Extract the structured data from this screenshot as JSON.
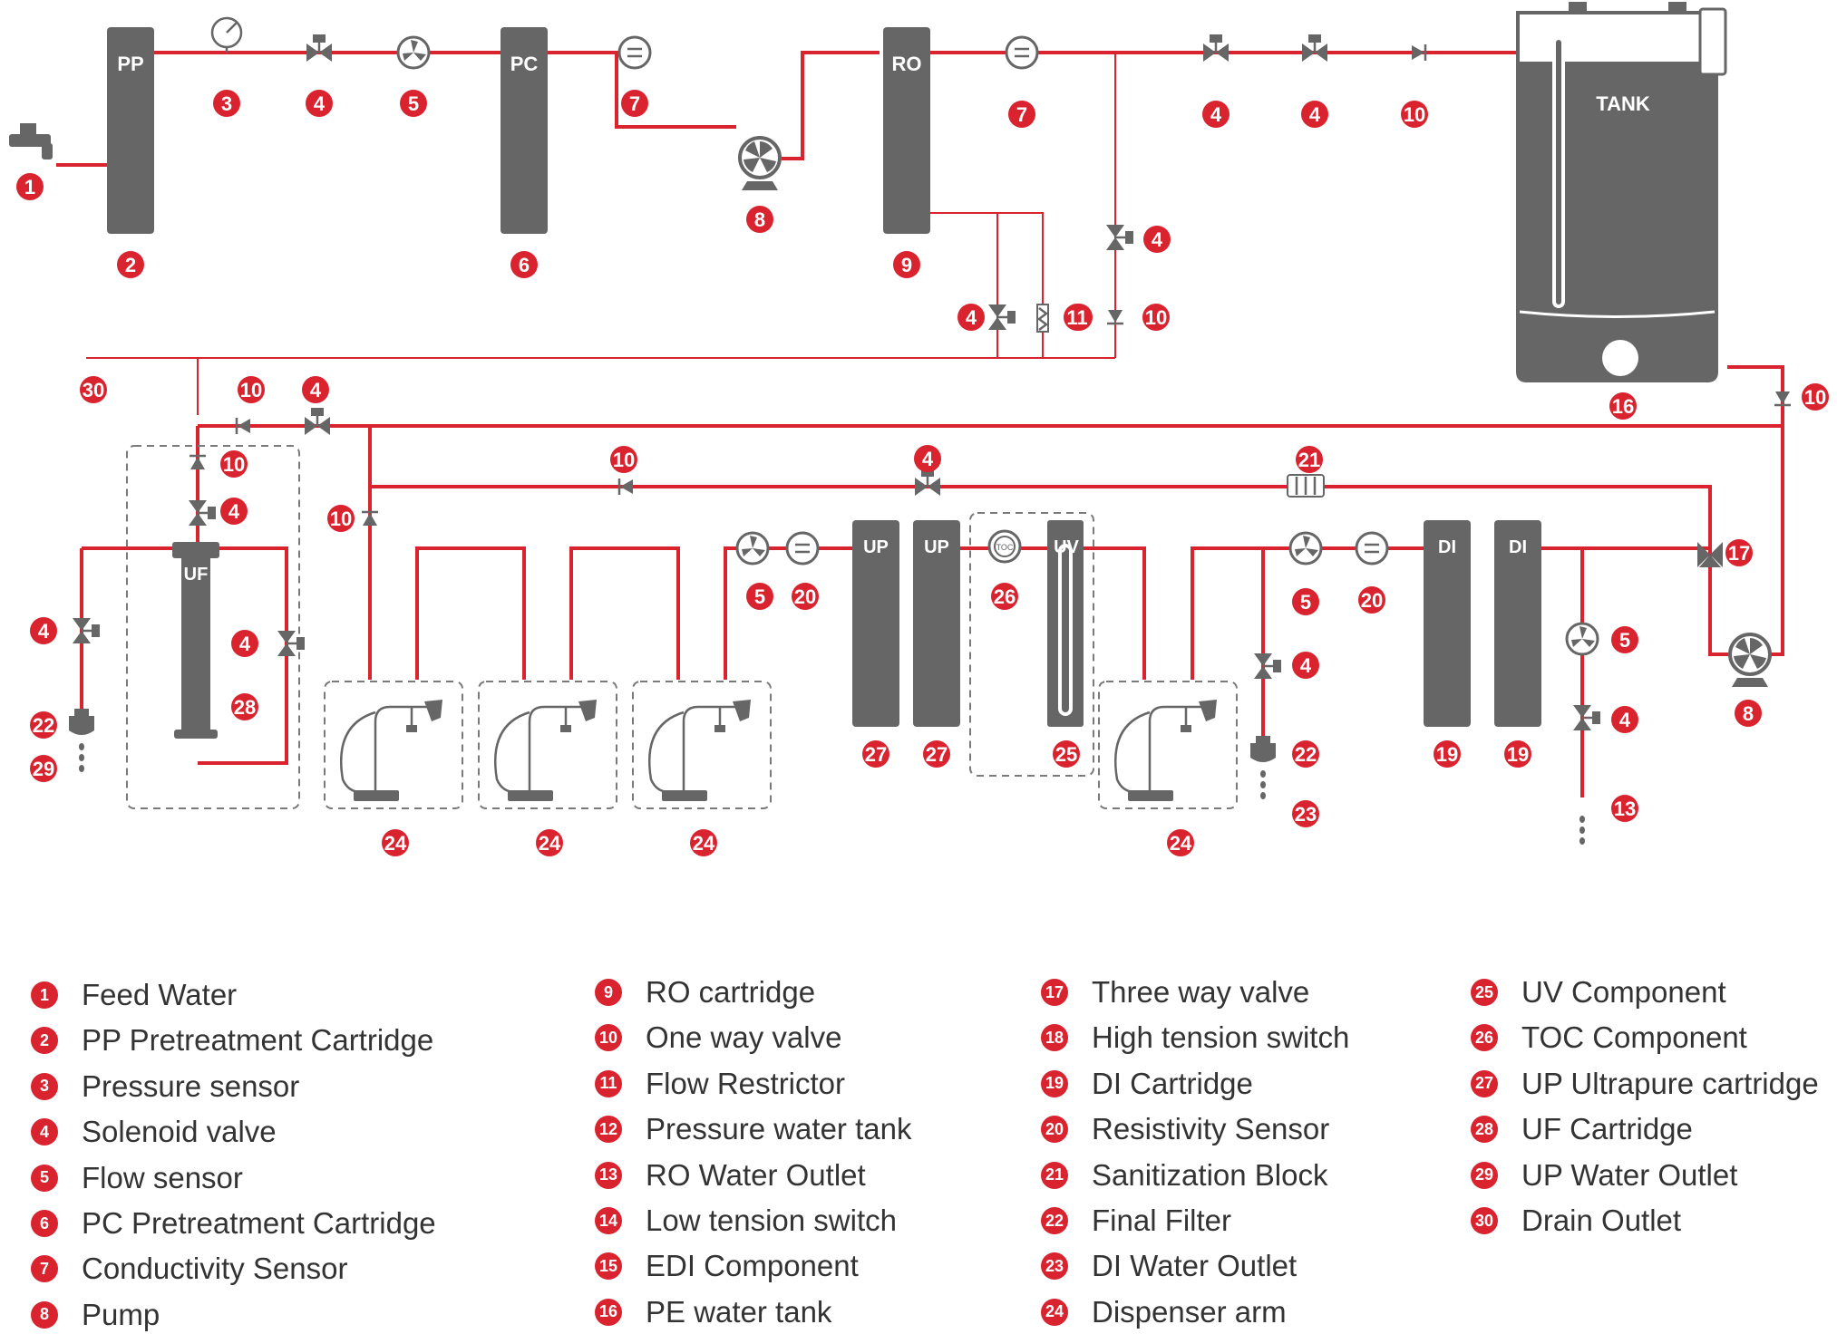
{
  "components": {
    "pp": "PP",
    "pc": "PC",
    "ro": "RO",
    "tank": "TANK",
    "uf": "UF",
    "up1": "UP",
    "up2": "UP",
    "uv": "UV",
    "di1": "DI",
    "di2": "DI",
    "toc": "TOC"
  },
  "legend": [
    {
      "num": "1",
      "label": "Feed Water"
    },
    {
      "num": "2",
      "label": "PP Pretreatment Cartridge"
    },
    {
      "num": "3",
      "label": "Pressure sensor"
    },
    {
      "num": "4",
      "label": "Solenoid valve"
    },
    {
      "num": "5",
      "label": "Flow sensor"
    },
    {
      "num": "6",
      "label": "PC Pretreatment Cartridge"
    },
    {
      "num": "7",
      "label": "Conductivity Sensor"
    },
    {
      "num": "8",
      "label": "Pump"
    },
    {
      "num": "9",
      "label": "RO cartridge"
    },
    {
      "num": "10",
      "label": "One way valve"
    },
    {
      "num": "11",
      "label": "Flow Restrictor"
    },
    {
      "num": "12",
      "label": "Pressure water tank"
    },
    {
      "num": "13",
      "label": "RO Water Outlet"
    },
    {
      "num": "14",
      "label": "Low tension switch"
    },
    {
      "num": "15",
      "label": "EDI Component"
    },
    {
      "num": "16",
      "label": "PE water tank"
    },
    {
      "num": "17",
      "label": "Three way valve"
    },
    {
      "num": "18",
      "label": "High tension switch"
    },
    {
      "num": "19",
      "label": "DI Cartridge"
    },
    {
      "num": "20",
      "label": "Resistivity Sensor"
    },
    {
      "num": "21",
      "label": "Sanitization Block"
    },
    {
      "num": "22",
      "label": "Final Filter"
    },
    {
      "num": "23",
      "label": "DI Water Outlet"
    },
    {
      "num": "24",
      "label": "Dispenser arm"
    },
    {
      "num": "25",
      "label": "UV Component"
    },
    {
      "num": "26",
      "label": "TOC Component"
    },
    {
      "num": "27",
      "label": "UP Ultrapure cartridge"
    },
    {
      "num": "28",
      "label": "UF Cartridge"
    },
    {
      "num": "29",
      "label": "UP Water Outlet"
    },
    {
      "num": "30",
      "label": "Drain Outlet"
    }
  ],
  "callouts": [
    "1",
    "2",
    "3",
    "4",
    "5",
    "6",
    "7",
    "8",
    "9",
    "10",
    "11",
    "13",
    "16",
    "17",
    "19",
    "20",
    "21",
    "22",
    "23",
    "24",
    "25",
    "26",
    "27",
    "28",
    "29",
    "30"
  ],
  "colors": {
    "pipe": "#d9232e",
    "device": "#666666",
    "badge": "#d9232e"
  }
}
